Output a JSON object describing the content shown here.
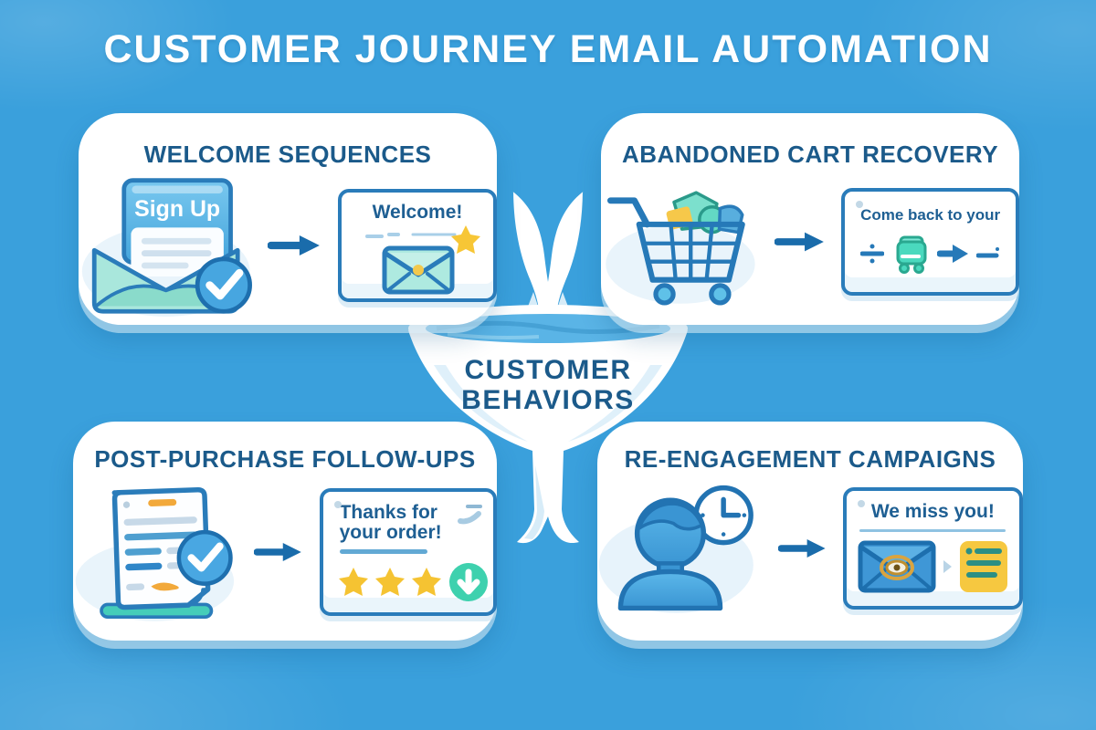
{
  "title": "CUSTOMER JOURNEY EMAIL AUTOMATION",
  "funnel": {
    "line1": "CUSTOMER",
    "line2": "BEHAVIORS"
  },
  "panels": {
    "welcome": {
      "heading": "WELCOME SEQUENCES",
      "signup_label": "Sign Up",
      "card_text": "Welcome!"
    },
    "cart": {
      "heading": "ABANDONED CART RECOVERY",
      "card_text": "Come back to your"
    },
    "post_purchase": {
      "heading": "POST-PURCHASE FOLLOW-UPS",
      "card_line1": "Thanks for",
      "card_line2": "your order!"
    },
    "reengagement": {
      "heading": "RE-ENGAGEMENT CAMPAIGNS",
      "card_text": "We miss you!"
    }
  },
  "icons": {
    "welcome_left": "signup-envelope-check-icon",
    "welcome_card": "welcome-email-star-icon",
    "cart_left": "shopping-cart-items-icon",
    "cart_card": "mini-cart-arrow-icon",
    "post_purchase_left": "order-receipt-check-icon",
    "post_purchase_card": "stars-rating-send-icon",
    "reengagement_left": "person-clock-icon",
    "reengagement_card": "envelope-eye-note-icon",
    "center": "funnel-icon",
    "connector": "right-arrow-icon"
  },
  "colors": {
    "background": "#3aa0dc",
    "panel": "#ffffff",
    "heading_text": "#1b5a8a",
    "card_text": "#1e5f93",
    "arrow": "#1a6cab",
    "icon_stroke": "#2a7cba",
    "teal": "#45d4bd",
    "mint": "#aeeae0",
    "yellow": "#f6c739",
    "orange": "#f2a93b",
    "funnel_liquid": "#5ab4e6"
  }
}
